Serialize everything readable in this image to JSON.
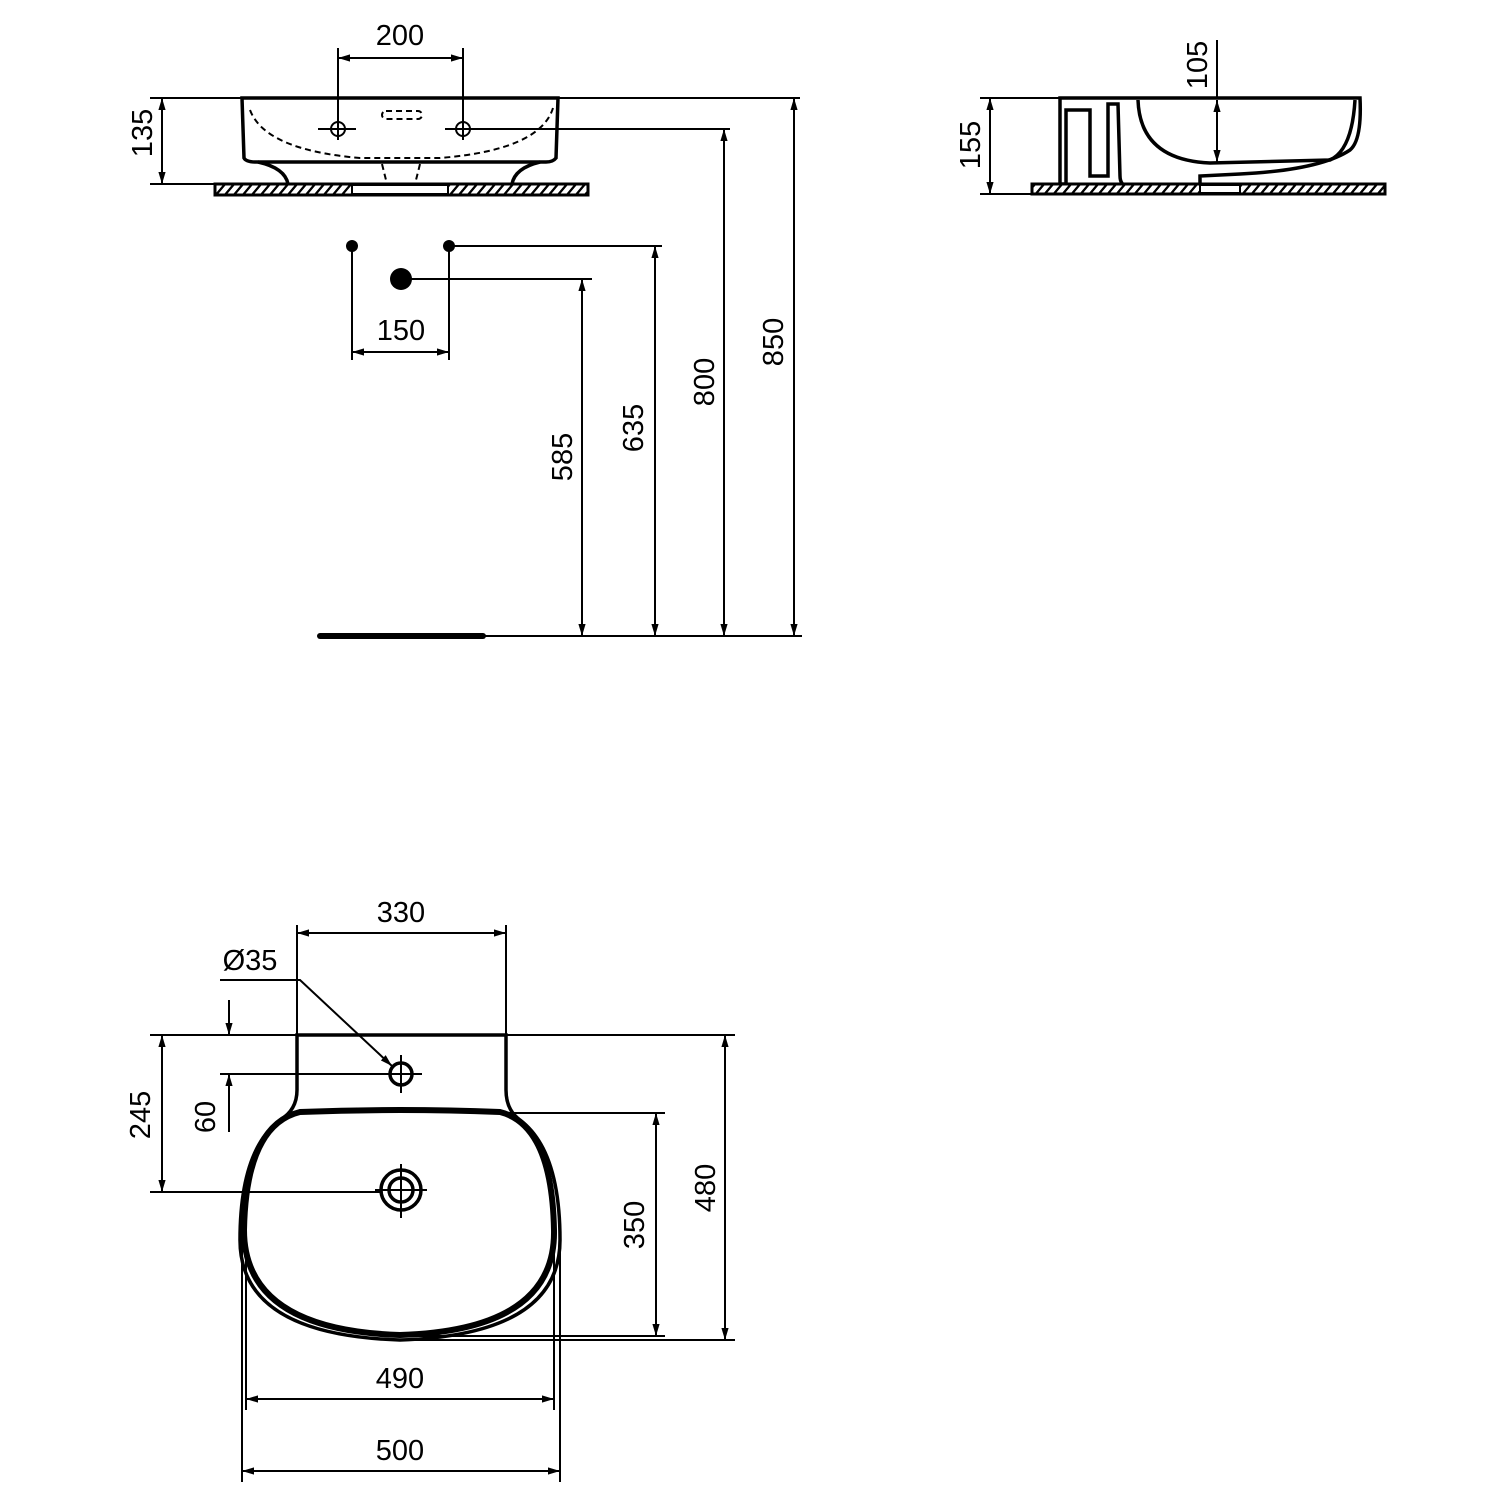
{
  "front_view": {
    "dims": {
      "tap_spacing": "200",
      "basin_height": "135",
      "supply_spacing": "150",
      "waste_height": "585",
      "supply_height": "635",
      "tap_height": "800",
      "top_height": "850"
    }
  },
  "side_view": {
    "dims": {
      "overall_height": "155",
      "bowl_depth": "105"
    }
  },
  "plan_view": {
    "dims": {
      "deck_width": "330",
      "tap_hole_diameter": "Ø35",
      "tap_offset": "60",
      "drain_offset": "245",
      "bowl_depth": "350",
      "overall_depth": "480",
      "bowl_width": "490",
      "overall_width": "500"
    }
  }
}
